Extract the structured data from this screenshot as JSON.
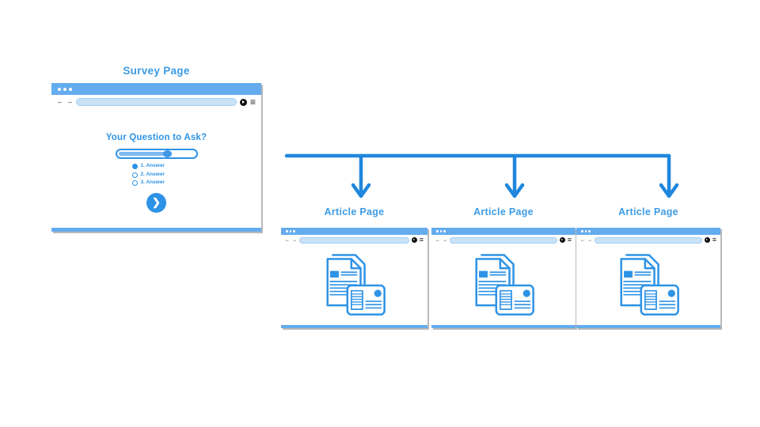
{
  "colors": {
    "accent": "#2E93E6",
    "bar_blue": "#64ACEE",
    "address_pill": "#C9E2F8",
    "label_blue": "#3D9BE4",
    "arrow_blue": "#1F87DD",
    "shadow_gray": "#B9B9B9"
  },
  "icons": {
    "back": "←",
    "forward": "→",
    "menu": "≡",
    "next": "❯"
  },
  "survey": {
    "title": "Survey Page",
    "question": "Your Question to Ask?",
    "progress_percent": 63,
    "answers": [
      {
        "label": "1. Answer",
        "selected": true
      },
      {
        "label": "2. Answer",
        "selected": false
      },
      {
        "label": "3. Answer",
        "selected": false
      }
    ]
  },
  "articles": [
    {
      "label": "Article Page"
    },
    {
      "label": "Article Page"
    },
    {
      "label": "Article Page"
    }
  ]
}
